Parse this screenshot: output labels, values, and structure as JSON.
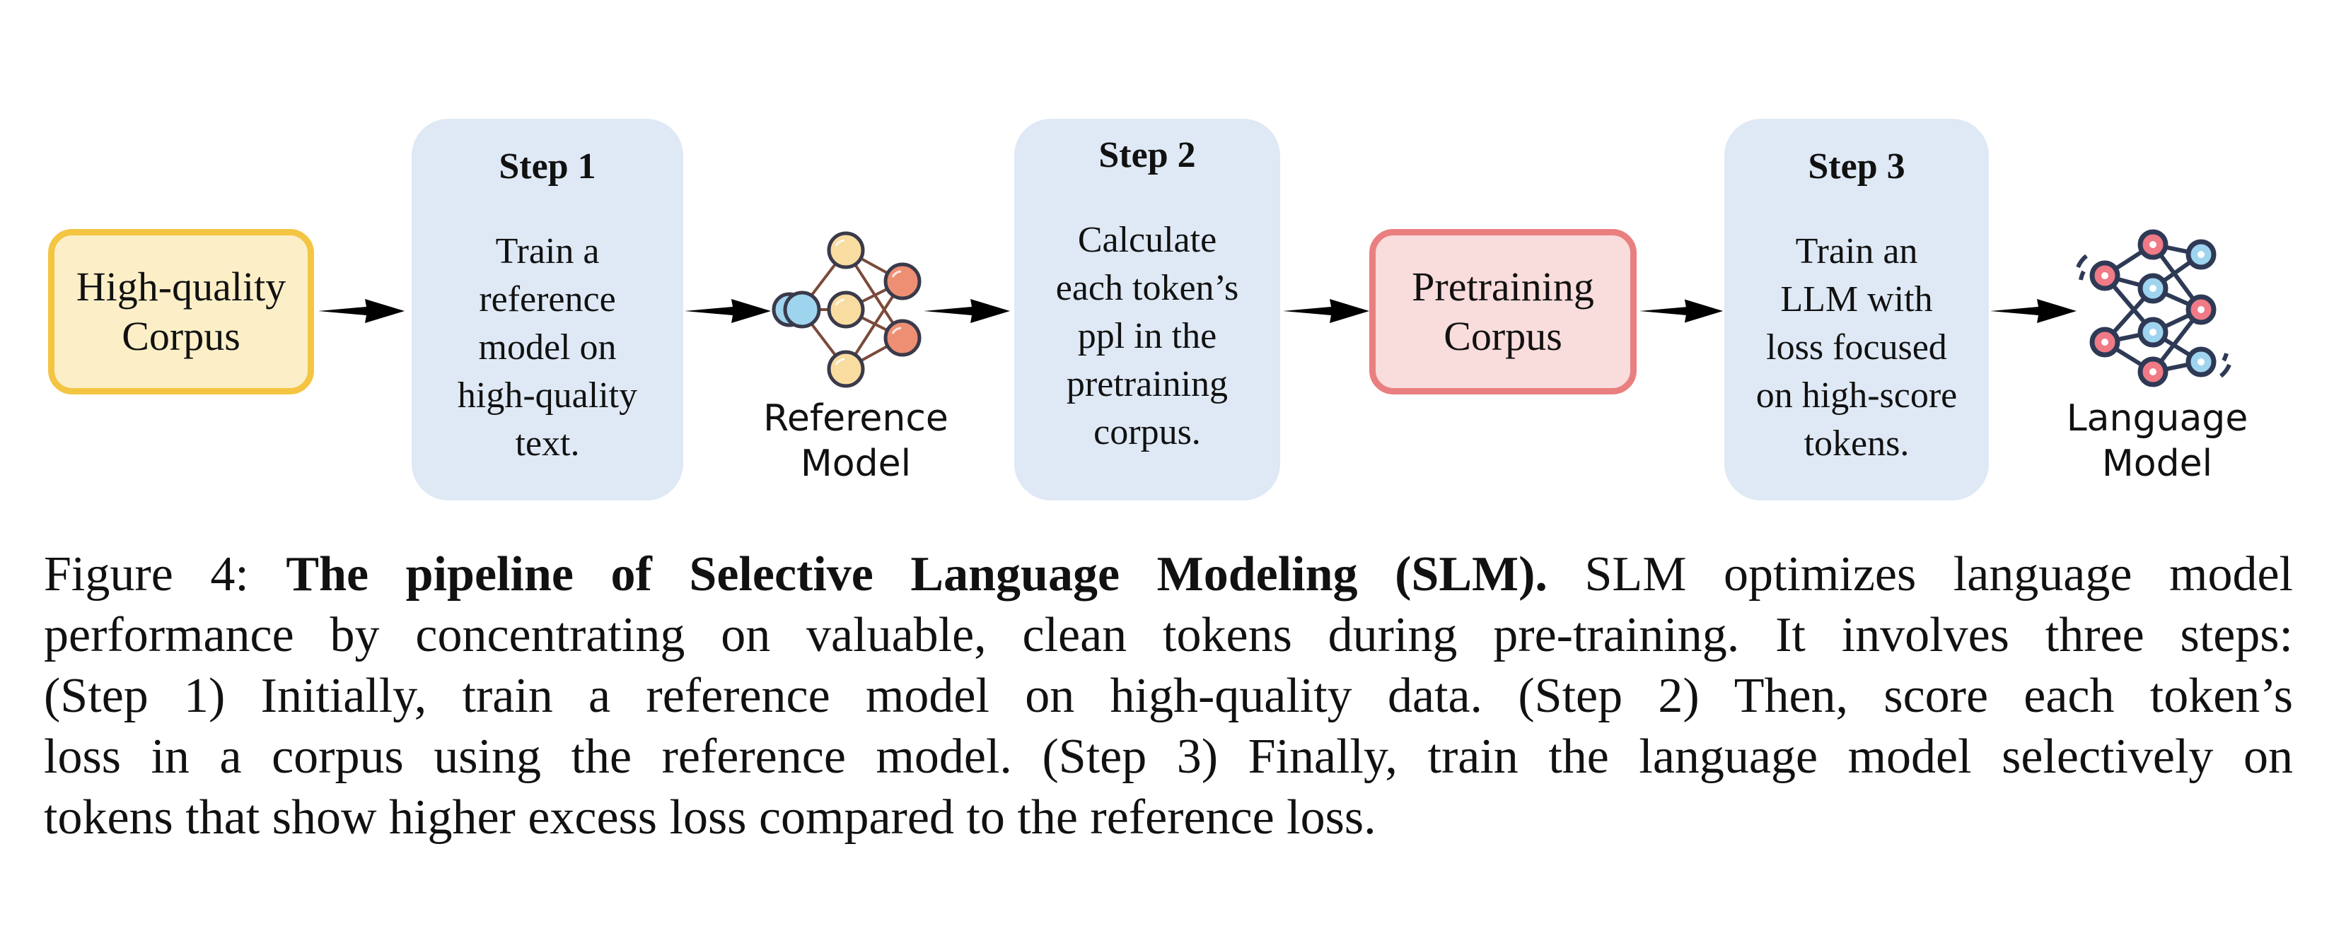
{
  "diagram": {
    "high_quality_corpus": {
      "line1": "High-quality",
      "line2": "Corpus"
    },
    "step1": {
      "title": "Step 1",
      "lines": [
        "Train a",
        "reference",
        "model on",
        "high-quality",
        "text."
      ]
    },
    "reference_model": {
      "label": "Reference\nModel",
      "icon": "neural-network-icon"
    },
    "step2": {
      "title": "Step 2",
      "lines": [
        "Calculate",
        "each token’s",
        "ppl in the",
        "pretraining",
        "corpus."
      ]
    },
    "pretraining_corpus": {
      "line1": "Pretraining",
      "line2": "Corpus"
    },
    "step3": {
      "title": "Step 3",
      "lines": [
        "Train an",
        "LLM with",
        "loss focused",
        "on high-score",
        "tokens."
      ]
    },
    "language_model": {
      "label": "Language\nModel",
      "icon": "neural-network-icon"
    },
    "colors": {
      "hq_fill": "#fcefc8",
      "hq_border": "#f4c542",
      "pt_fill": "#f9dcdc",
      "pt_border": "#e97f7f",
      "step_fill": "#dfe9f5",
      "node_yellow": "#f9dca0",
      "node_orange": "#ee8f74",
      "node_blue": "#9fd4ef",
      "node_pink": "#f07a86"
    }
  },
  "caption": {
    "prefix": "Figure 4: ",
    "bold": "The pipeline of Selective Language Modeling (SLM).",
    "line1_rest": " SLM optimizes language model",
    "line2": "performance by concentrating on valuable, clean tokens during pre-training. It involves three steps:",
    "line3": "(Step 1) Initially, train a reference model on high-quality data. (Step 2) Then, score each token’s",
    "line4": "loss in a corpus using the reference model. (Step 3) Finally, train the language model selectively on",
    "line5": "tokens that show higher excess loss compared to the reference loss."
  }
}
